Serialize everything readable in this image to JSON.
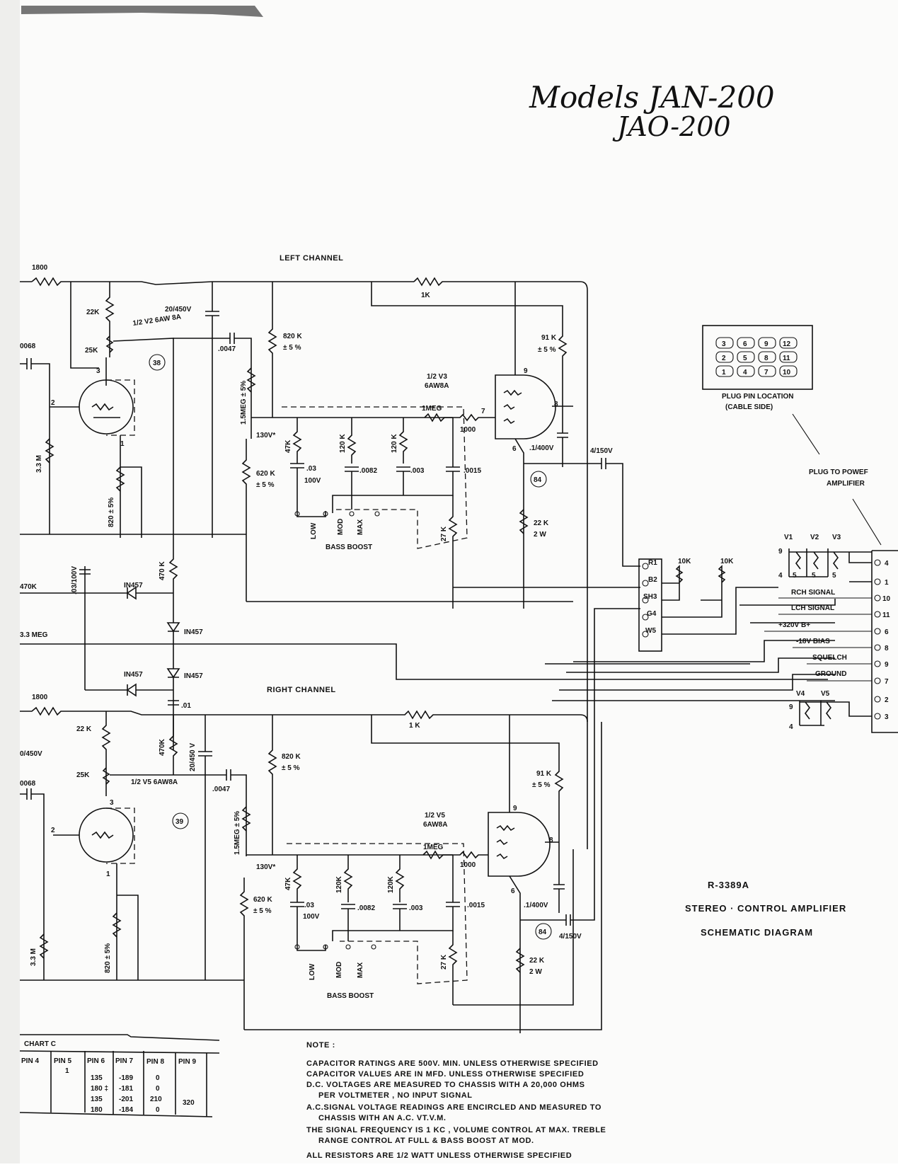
{
  "header": {
    "models_line1": "Models JAN-200",
    "models_line2": "JAO-200"
  },
  "channels": {
    "left": "LEFT CHANNEL",
    "right": "RIGHT CHANNEL"
  },
  "left_components": {
    "r_1800": "1800",
    "r_22k": "22K",
    "pot_25k": "25K",
    "c_0068": "0068",
    "tube_half": "1/2 V2 6AW 8A",
    "c_20_450": "20/450V",
    "c_0047": ".0047",
    "r_15meg": "1.5MEG ± 5%",
    "r_33m": "3.3 M",
    "r_820_5": "820 ± 5%",
    "r_820k": "820 K",
    "tol_820k": "± 5 %",
    "v_130": "130V*",
    "r_47k": "47K",
    "c_03": ".03",
    "v_100": "100V",
    "r_120k_a": "120 K",
    "c_0082": ".0082",
    "r_120k_b": "120 K",
    "c_003": ".003",
    "c_0015": ".0015",
    "r_1meg": "1MEG",
    "r_1000": "1000",
    "r_27k": "27 K",
    "r_620k": "620 K",
    "tol_620k": "± 5 %",
    "sw_low": "LOW",
    "sw_mod": "MOD",
    "sw_max": "MAX",
    "bass_boost": "BASS BOOST",
    "r_1k": "1K",
    "r_91k": "91 K",
    "tol_91k": "± 5 %",
    "tube_v3": "1/2 V3",
    "tube_v3_type": "6AW8A",
    "pin_9": "9",
    "pin_8": "8",
    "pin_7": "7",
    "pin_6": "6",
    "c_1_400": ".1/400V",
    "c_4_150": "4/150V",
    "sig_84": "84",
    "sig_38": "38",
    "r_22k_2w": "22 K",
    "w_2w": "2 W",
    "pin_3": "3",
    "pin_2": "2",
    "pin_1": "1"
  },
  "middle_components": {
    "r_470k_left": "470K",
    "c_03_100": ".03/100V",
    "d_in457_a": "IN457",
    "r_470k_mid": "470 K",
    "d_in457_b": "IN457",
    "r_33meg": "3.3 MEG",
    "d_in457_c": "IN457",
    "d_in457_d": "IN457",
    "c_01": ".01"
  },
  "right_components": {
    "r_1800": "1800",
    "c_20_450": "0/450V",
    "r_22k": "22 K",
    "pot_25k": "25K",
    "c_0068": "0068",
    "tube_half": "1/2 V5 6AW8A",
    "r_470k": "470K",
    "c_20_450v": "20/450 V",
    "c_0047": ".0047",
    "sig_39": "39",
    "r_15meg": "1.5MEG ± 5%",
    "r_33m": "3.3 M",
    "r_820_5": "820 ± 5%",
    "r_820k": "820 K",
    "tol_820k": "± 5 %",
    "v_130": "130V*",
    "r_47k": "47K",
    "c_03": ".03",
    "v_100": "100V",
    "r_120k_a": "120K",
    "c_0082": ".0082",
    "r_120k_b": "120K",
    "c_003": ".003",
    "c_0015": ".0015",
    "r_1meg": "1MEG",
    "r_1000": "1000",
    "r_27k": "27 K",
    "r_620k": "620 K",
    "tol_620k": "± 5 %",
    "sw_low": "LOW",
    "sw_mod": "MOD",
    "sw_max": "MAX",
    "bass_boost": "BASS BOOST",
    "r_1k": "1 K",
    "r_91k": "91 K",
    "tol_91k": "± 5 %",
    "tube_v5": "1/2 V5",
    "tube_v5_type": "6AW8A",
    "pin_9": "9",
    "pin_8": "8",
    "pin_6": "6",
    "c_1_400": ".1/400V",
    "c_4_150": "4/150V",
    "sig_84": "84",
    "r_22k_2w": "22 K",
    "w_2w": "2 W",
    "pin_3": "3",
    "pin_2": "2",
    "pin_1": "1"
  },
  "control_block": {
    "r1": "R1",
    "b2": "B2",
    "sh3": "SH3",
    "g4": "G4",
    "w5": "W5",
    "pot_a": "10K",
    "pot_b": "10K"
  },
  "plug": {
    "pins": [
      "3",
      "6",
      "9",
      "12",
      "2",
      "5",
      "8",
      "11",
      "1",
      "4",
      "7",
      "10"
    ],
    "location_line1": "PLUG PIN LOCATION",
    "location_line2": "(CABLE SIDE)",
    "to_power_line1": "PLUG TO POWEF",
    "to_power_line2": "AMPLIFIER"
  },
  "connector": {
    "tubes_top": [
      "V1",
      "V2",
      "V3"
    ],
    "tubes_bottom": [
      "V4",
      "V5"
    ],
    "signals": [
      {
        "label": "RCH SIGNAL",
        "pin": "10"
      },
      {
        "label": "LCH SIGNAL",
        "pin": "11"
      },
      {
        "label": "+320V B+",
        "pin": "6"
      },
      {
        "label": "-18V BIAS",
        "pin": "8"
      },
      {
        "label": "SQUELCH",
        "pin": "9"
      },
      {
        "label": "GROUND",
        "pin": "7"
      }
    ],
    "pin_4": "4",
    "pin_1": "1",
    "pin_2": "2",
    "pin_3": "3",
    "heater_9": "9",
    "heater_4": "4",
    "heater_5a": "5",
    "heater_5b": "5",
    "heater_5c": "5"
  },
  "diagram_title": {
    "number": "R-3389A",
    "line1": "STEREO · CONTROL AMPLIFIER",
    "line2": "SCHEMATIC    DIAGRAM"
  },
  "chart": {
    "title": "CHART C",
    "headers": [
      "PIN 4",
      "PIN 5",
      "PIN 6",
      "PIN 7",
      "PIN 8",
      "PIN 9"
    ],
    "pin5_value": "1",
    "pin6_values": [
      "135",
      "180 ‡",
      "135",
      "180"
    ],
    "pin7_values": [
      "-189",
      "-181",
      "-201",
      "-184"
    ],
    "pin8_values": [
      "0",
      "0",
      "210",
      "0"
    ],
    "pin9_value": "320"
  },
  "notes": {
    "heading": "NOTE :",
    "lines": [
      "CAPACITOR RATINGS ARE 500V. MIN. UNLESS OTHERWISE SPECIFIED",
      "CAPACITOR VALUES ARE IN MFD. UNLESS OTHERWISE SPECIFIED",
      "D.C. VOLTAGES ARE MEASURED TO CHASSIS WITH A 20,000 OHMS",
      "PER VOLTMETER , NO INPUT SIGNAL",
      "A.C.SIGNAL VOLTAGE READINGS ARE ENCIRCLED AND MEASURED TO",
      "CHASSIS WITH AN A.C. VT.V.M.",
      "THE SIGNAL FREQUENCY IS 1 KC , VOLUME CONTROL AT MAX. TREBLE",
      "RANGE CONTROL AT FULL & BASS BOOST AT MOD.",
      "ALL RESISTORS ARE 1/2 WATT UNLESS OTHERWISE SPECIFIED"
    ]
  }
}
